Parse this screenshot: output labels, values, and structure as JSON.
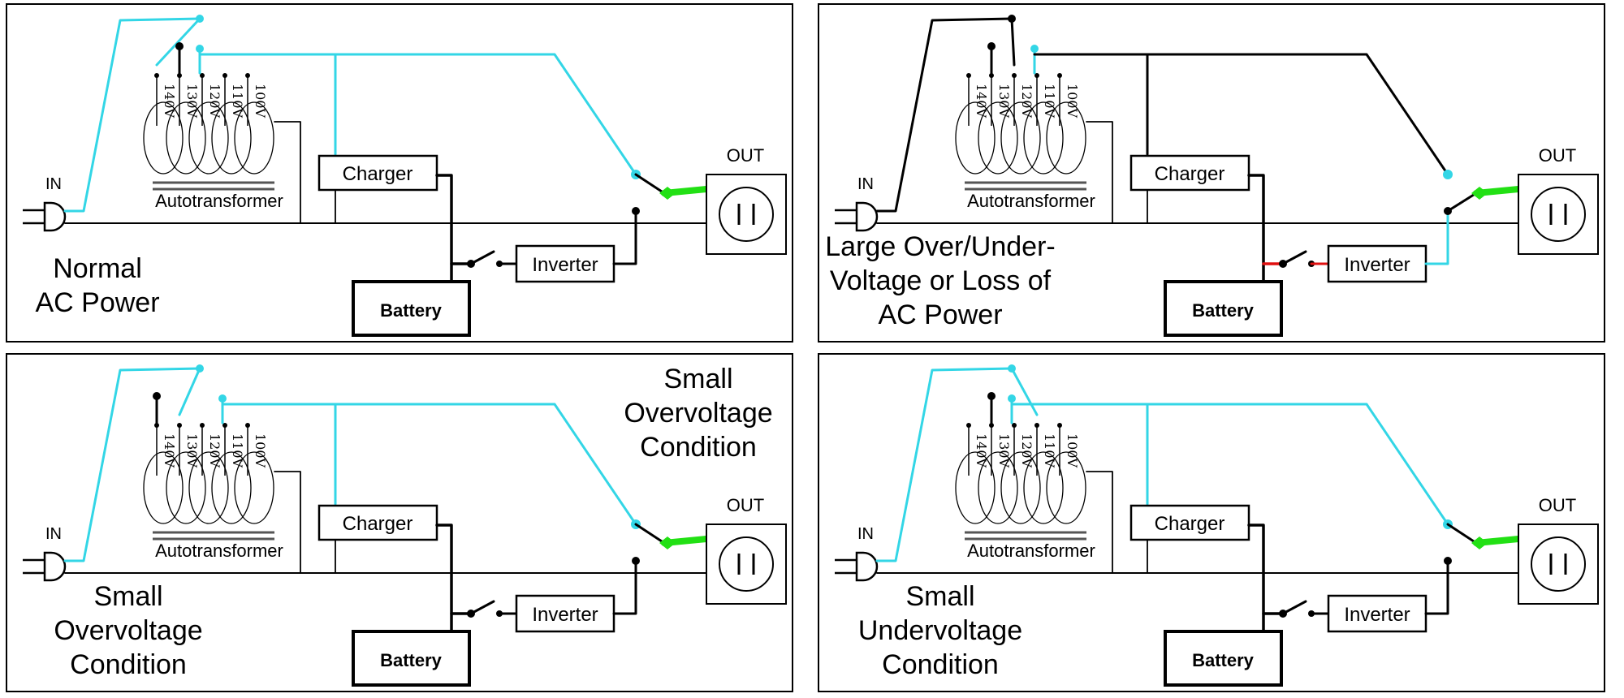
{
  "colors": {
    "live": "#33d6e6",
    "idle": "#000000",
    "out_green": "#22e014",
    "battery_red": "#e01010"
  },
  "labels": {
    "in": "IN",
    "out": "OUT",
    "charger": "Charger",
    "inverter": "Inverter",
    "battery": "Battery",
    "autotransformer": "Autotransformer",
    "taps": [
      "140V",
      "130V",
      "120V",
      "110V",
      "100V"
    ]
  },
  "panels": [
    {
      "id": "normal",
      "caption_lines": [
        "Normal",
        "AC Power"
      ],
      "side_caption_lines": []
    },
    {
      "id": "loss",
      "caption_lines": [
        "Large Over/Under-",
        "Voltage or Loss of",
        "AC Power"
      ],
      "side_caption_lines": []
    },
    {
      "id": "small-over",
      "caption_lines": [
        "Small",
        "Overvoltage",
        "Condition"
      ],
      "side_caption_lines": [
        "Small",
        "Overvoltage",
        "Condition"
      ]
    },
    {
      "id": "small-under",
      "caption_lines": [
        "Small",
        "Undervoltage",
        "Condition"
      ],
      "side_caption_lines": []
    }
  ]
}
